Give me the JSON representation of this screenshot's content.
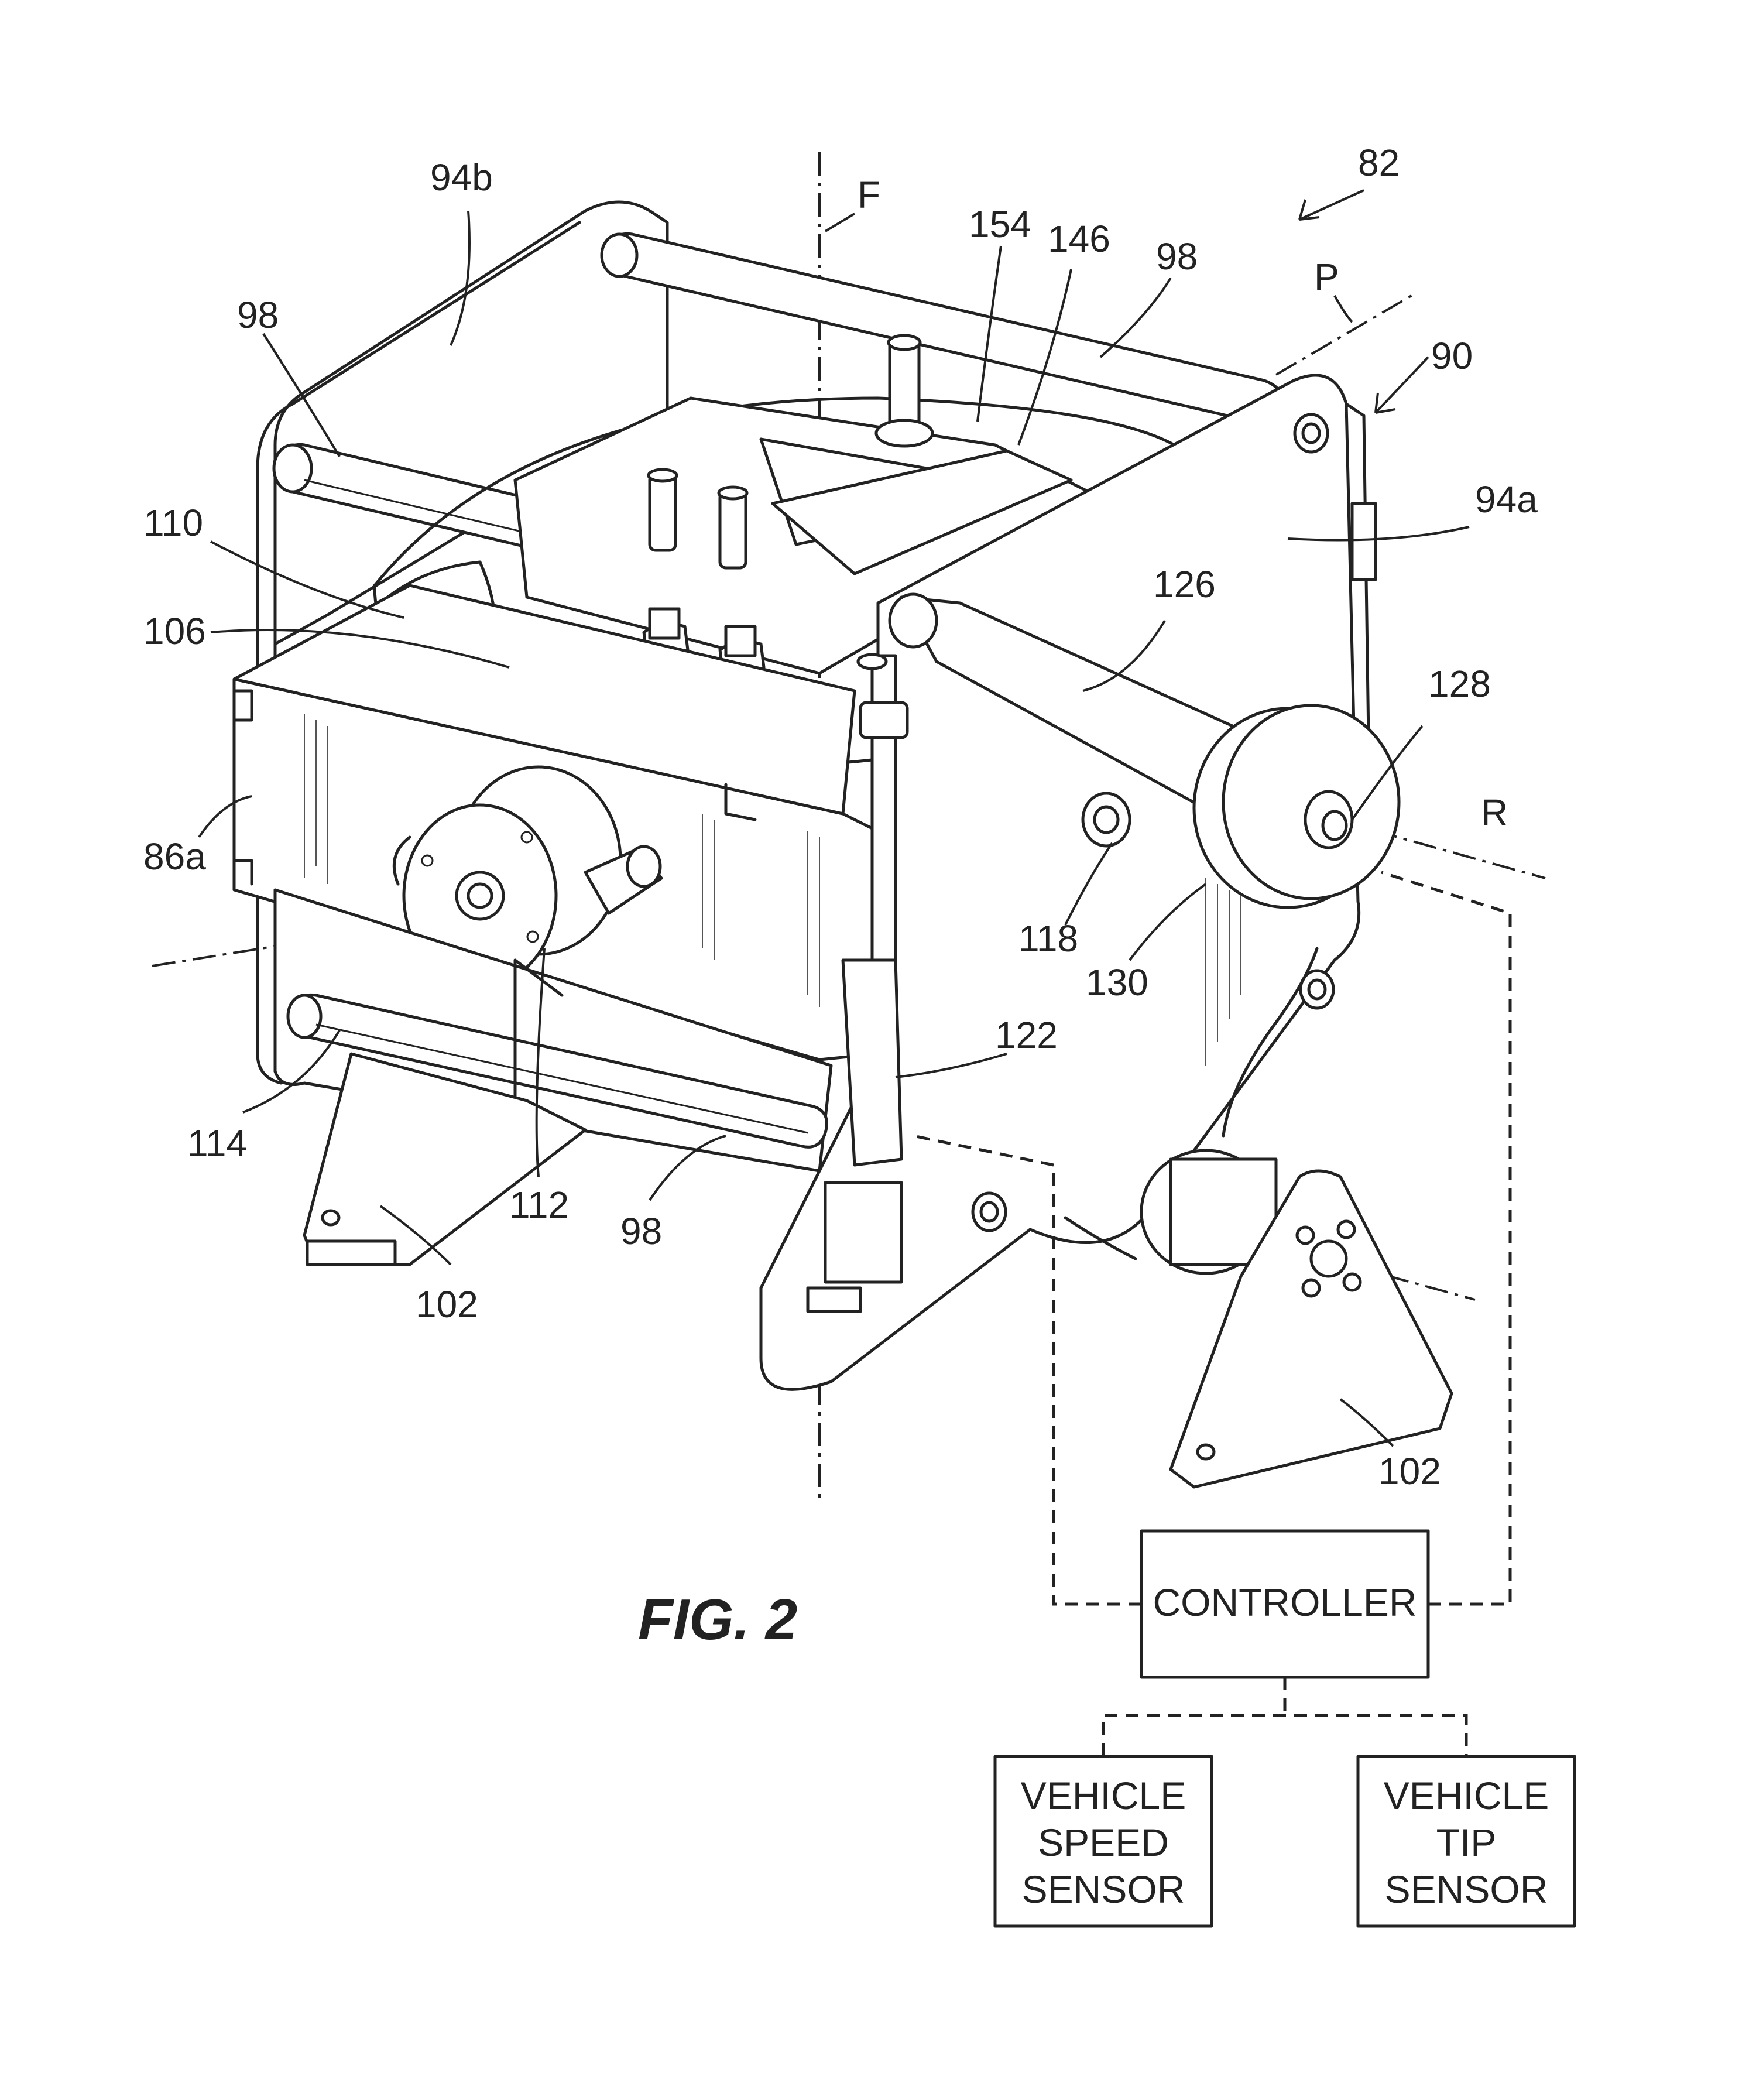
{
  "figure": {
    "caption": "FIG. 2",
    "reference_labels": {
      "assembly": "82",
      "axis_f": "F",
      "part_154": "154",
      "part_146": "146",
      "rod_top_right": "98",
      "axis_p": "P",
      "assembly_90": "90",
      "side_plate_a": "94a",
      "side_plate_b": "94b",
      "rod_top_left": "98",
      "part_110": "110",
      "part_106": "106",
      "link_126": "126",
      "hub_128": "128",
      "axis_r": "R",
      "panel_86a": "86a",
      "part_118": "118",
      "part_130": "130",
      "actuator_122": "122",
      "motor_114": "114",
      "part_112": "112",
      "rod_bottom": "98",
      "foot_left": "102",
      "foot_right": "102"
    },
    "blocks": {
      "controller": "CONTROLLER",
      "speed_sensor": [
        "VEHICLE",
        "SPEED",
        "SENSOR"
      ],
      "tip_sensor": [
        "VEHICLE",
        "TIP",
        "SENSOR"
      ]
    }
  }
}
